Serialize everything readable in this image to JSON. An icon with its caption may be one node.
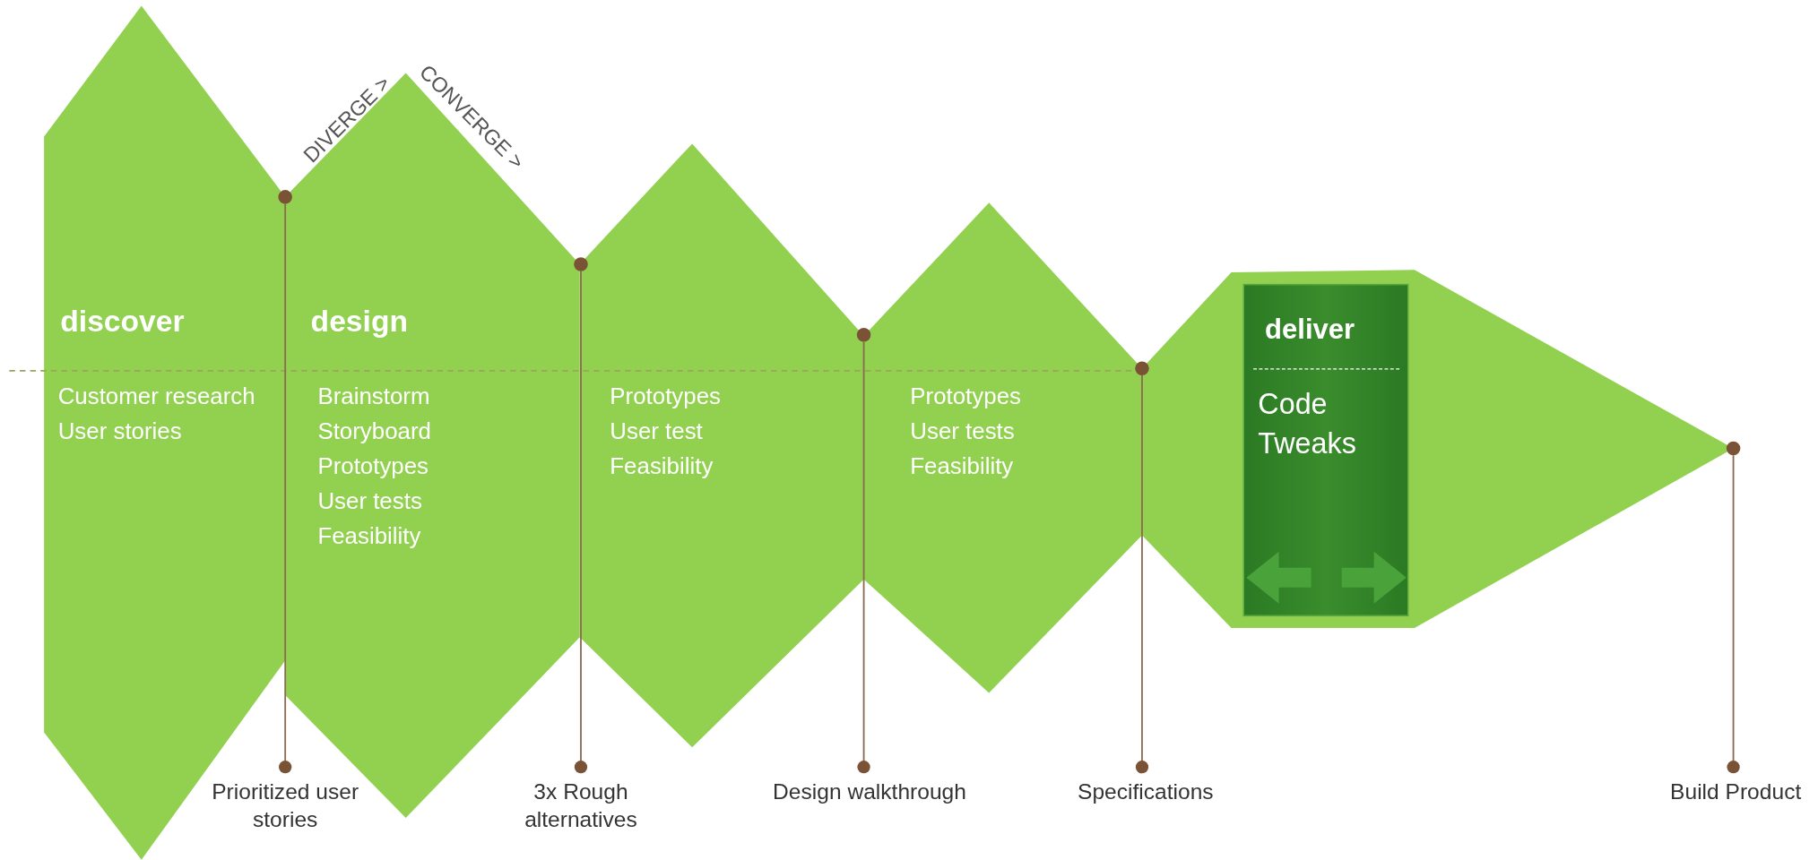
{
  "diagram": {
    "nodes": [
      {
        "text": [
          "discover",
          "Customer research",
          "User stories"
        ]
      },
      {
        "text": [
          "design",
          "Brainstorm",
          "Storyboard",
          "Prototypes",
          "User tests",
          "Feasibility"
        ]
      },
      {
        "text": [
          "Prototypes",
          "User test",
          "Feasibility"
        ]
      },
      {
        "text": [
          "Prototypes",
          "User tests",
          "Feasibility"
        ]
      },
      {
        "text": [],
        "shape": "hexagon"
      },
      {
        "text": [
          "deliver",
          "Code",
          "Tweaks"
        ],
        "in": 4
      },
      {
        "text": [],
        "shape": "circle"
      },
      {
        "text": [],
        "shape": "circle"
      },
      {
        "text": [],
        "shape": "circle"
      },
      {
        "text": [],
        "shape": "circle"
      },
      {
        "text": [],
        "shape": "circle"
      },
      {
        "text": [
          "Prioritized user stories"
        ]
      },
      {
        "text": [
          "3x Rough alternatives"
        ]
      },
      {
        "text": [
          "Design walkthrough"
        ]
      },
      {
        "text": [
          "Specifications"
        ]
      },
      {
        "text": [
          "Build Product"
        ]
      }
    ],
    "edges": [
      {
        "from": 11,
        "to": 6,
        "arrow": "other"
      },
      {
        "from": 12,
        "to": 7,
        "arrow": "other"
      },
      {
        "from": 13,
        "to": 8,
        "arrow": "other"
      },
      {
        "from": 14,
        "to": 9,
        "arrow": "other"
      },
      {
        "from": 15,
        "to": 10,
        "arrow": "other"
      }
    ],
    "labels": [
      "DIVERGE >",
      "CONVERGE >"
    ]
  }
}
